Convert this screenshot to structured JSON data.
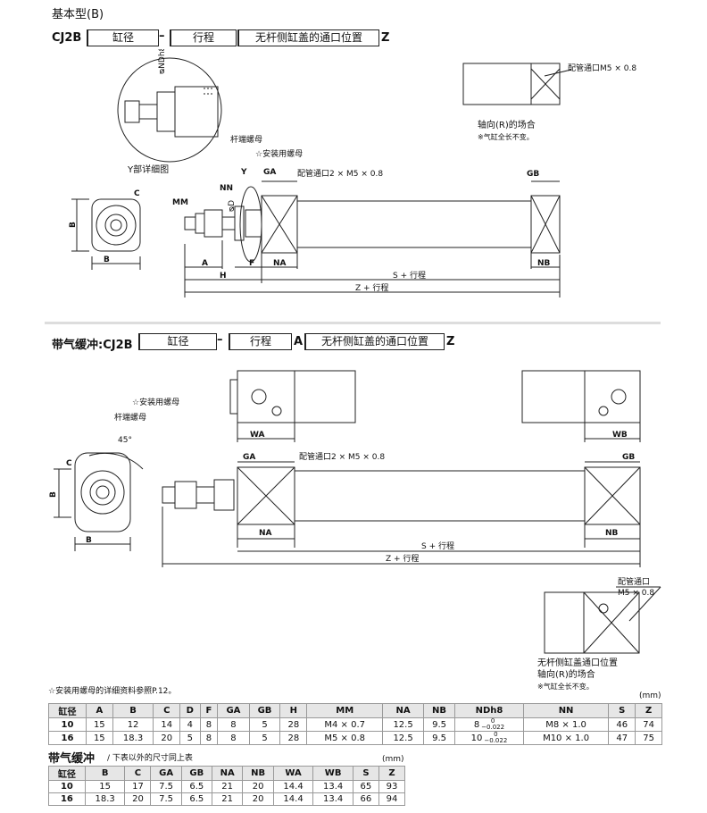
{
  "section1": {
    "title": "基本型(B)",
    "model_prefix": "CJ2B",
    "field1": "缸径",
    "dash": "–",
    "field2": "行程",
    "field3": "无杆侧缸盖的通口位置",
    "suffix": "Z"
  },
  "section2": {
    "title": "带气缓冲:CJ2B",
    "field1": "缸径",
    "dash": "–",
    "field2": "行程",
    "mid": "A",
    "field3": "无杆侧缸盖的通口位置",
    "suffix": "Z"
  },
  "drawing1": {
    "y_detail": "Y部详细图",
    "ndh8": "ᴓNDh8",
    "rod_nut": "杆端螺母",
    "mount_nut": "☆安装用螺母",
    "port": "配管通口2 × M5 × 0.8",
    "MM": "MM",
    "NN": "NN",
    "Y": "Y",
    "D": "ᴓD",
    "GA": "GA",
    "GB": "GB",
    "A": "A",
    "F": "F",
    "NA": "NA",
    "NB": "NB",
    "H": "H",
    "S": "S + 行程",
    "Z": "Z + 行程",
    "C": "C",
    "B": "B",
    "axial_port": "配管通口M5 × 0.8",
    "axial_title": "轴向(R)的场合",
    "axial_note": "※气缸全长不变。"
  },
  "drawing2": {
    "mount_nut": "☆安装用螺母",
    "rod_nut": "杆端螺母",
    "angle": "45°",
    "C": "C",
    "B": "B",
    "WA": "WA",
    "WB": "WB",
    "GA": "GA",
    "GB": "GB",
    "port": "配管通口2 × M5 × 0.8",
    "NA": "NA",
    "NB": "NB",
    "S": "S + 行程",
    "Z": "Z + 行程",
    "port2": "配管通口",
    "port2b": "M5 × 0.8",
    "axial_title1": "无杆侧缸盖通口位置",
    "axial_title2": "轴向(R)的场合",
    "axial_note": "※气缸全长不变。"
  },
  "note": "☆安装用螺母的详细资料参照P.12。",
  "unit": "(mm)",
  "table1": {
    "headers": [
      "缸径",
      "A",
      "B",
      "C",
      "D",
      "F",
      "GA",
      "GB",
      "H",
      "MM",
      "NA",
      "NB",
      "NDh8",
      "NN",
      "S",
      "Z"
    ],
    "rows": [
      [
        "10",
        "15",
        "12",
        "14",
        "4",
        "8",
        "8",
        "5",
        "28",
        "M4 × 0.7",
        "12.5",
        "9.5",
        "8",
        "M8 × 1.0",
        "46",
        "74"
      ],
      [
        "16",
        "15",
        "18.3",
        "20",
        "5",
        "8",
        "8",
        "5",
        "28",
        "M5 × 0.8",
        "12.5",
        "9.5",
        "10",
        "M10 × 1.0",
        "47",
        "75"
      ]
    ],
    "tol_top": "0",
    "tol_bot": "−0.022"
  },
  "table2": {
    "title": "带气缓冲",
    "subtitle": "/ 下表以外的尺寸同上表",
    "unit": "(mm)",
    "headers": [
      "缸径",
      "B",
      "C",
      "GA",
      "GB",
      "NA",
      "NB",
      "WA",
      "WB",
      "S",
      "Z"
    ],
    "rows": [
      [
        "10",
        "15",
        "17",
        "7.5",
        "6.5",
        "21",
        "20",
        "14.4",
        "13.4",
        "65",
        "93"
      ],
      [
        "16",
        "18.3",
        "20",
        "7.5",
        "6.5",
        "21",
        "20",
        "14.4",
        "13.4",
        "66",
        "94"
      ]
    ]
  }
}
